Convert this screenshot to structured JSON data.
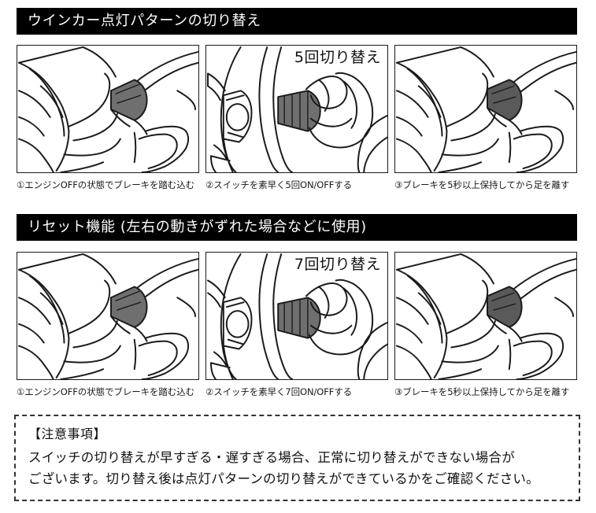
{
  "sections": [
    {
      "title": "ウインカー点灯パターンの切り替え",
      "panels": [
        {
          "illustration": "foot-on-brake-pedal-illustration",
          "badge": "",
          "caption": "①エンジンOFFの状態でブレーキを踏む込む"
        },
        {
          "illustration": "hand-on-turn-signal-stalk-illustration",
          "badge": "5回切り替え",
          "caption": "②スイッチを素早く5回ON/OFFする"
        },
        {
          "illustration": "foot-releasing-brake-pedal-illustration",
          "badge": "",
          "caption": "③ブレーキを5秒以上保持してから足を離す"
        }
      ]
    },
    {
      "title": "リセット機能 (左右の動きがずれた場合などに使用)",
      "panels": [
        {
          "illustration": "foot-on-brake-pedal-illustration",
          "badge": "",
          "caption": "①エンジンOFFの状態でブレーキを踏む込む"
        },
        {
          "illustration": "hand-on-turn-signal-stalk-illustration",
          "badge": "7回切り替え",
          "caption": "②スイッチを素早く7回ON/OFFする"
        },
        {
          "illustration": "foot-releasing-brake-pedal-illustration",
          "badge": "",
          "caption": "③ブレーキを5秒以上保持してから足を離す"
        }
      ]
    }
  ],
  "notice": {
    "title": "【注意事項】",
    "line1": "スイッチの切り替えが早すぎる・遅すぎる場合、正常に切り替えができない場合が",
    "line2": "ございます。切り替え後は点灯パターンの切り替えができているかをご確認ください。"
  },
  "colors": {
    "bar_background": "#000000",
    "bar_text": "#ffffff",
    "line_art": "#1b1b1b",
    "shade_gray": "#6f6f6f",
    "notice_border": "#333333"
  }
}
